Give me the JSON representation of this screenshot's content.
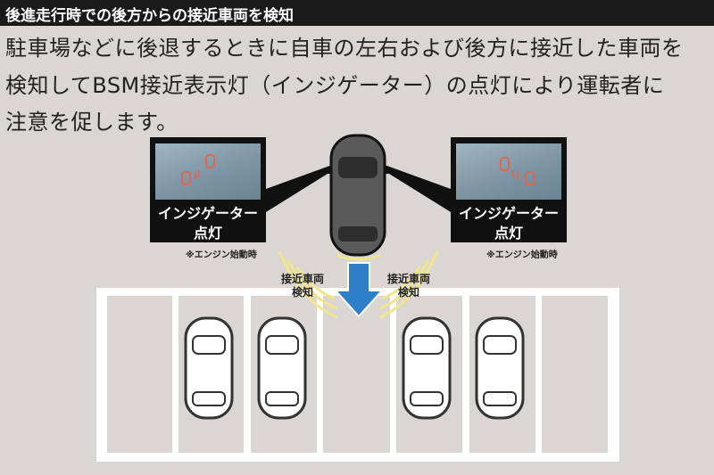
{
  "header": {
    "title": "後進走行時での後方からの接近車両を検知"
  },
  "description": {
    "line1": "駐車場などに後退するときに自車の左右および後方に接近した車両を",
    "line2": "検知してBSM接近表示灯（インジゲーター）の点灯により運転者に",
    "line3": "注意を促します。"
  },
  "left_panel": {
    "label_line1": "インジゲーター",
    "label_line2": "点灯",
    "note": "※エンジン始動時"
  },
  "right_panel": {
    "label_line1": "インジゲーター",
    "label_line2": "点灯",
    "note": "※エンジン始動時"
  },
  "left_callout": {
    "line1": "接近車両",
    "line2": "検知"
  },
  "right_callout": {
    "line1": "接近車両",
    "line2": "検知"
  },
  "colors": {
    "header_bg": "#1a1a1a",
    "indicator": "#e0674f",
    "arrow": "#2f7fc8",
    "sensor_wave": "#f3e58a",
    "background": "#d9d6d3"
  }
}
